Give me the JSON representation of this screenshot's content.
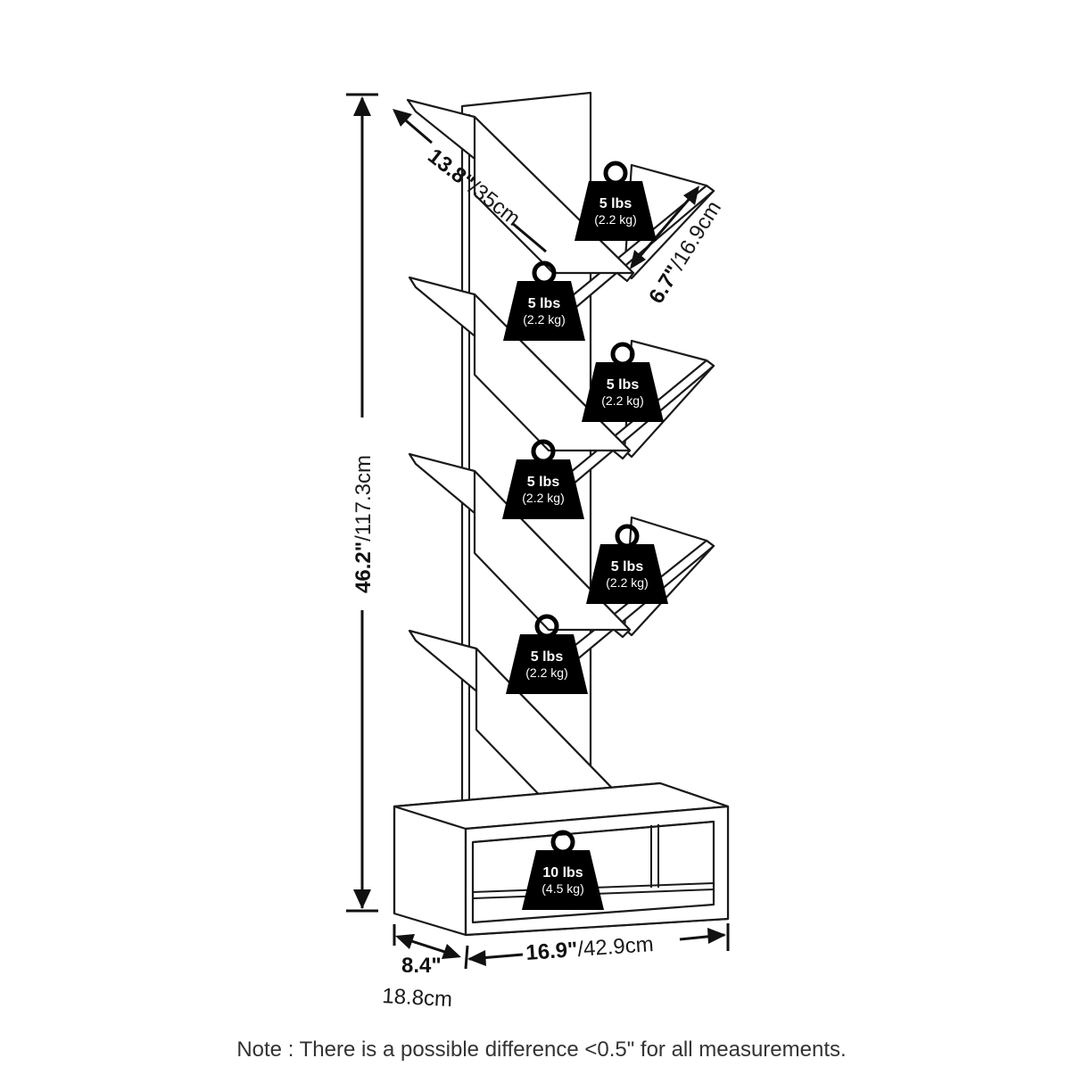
{
  "dimensions": {
    "height": {
      "imperial": "46.2\"",
      "metric": "/117.3cm"
    },
    "shelf_length": {
      "imperial": "13.8\"",
      "metric": "/35cm"
    },
    "shelf_depth": {
      "imperial": "6.7\"",
      "metric": "/16.9cm"
    },
    "width": {
      "imperial": "16.9\"",
      "metric": "/42.9cm"
    },
    "depth": {
      "imperial": "8.4\"",
      "metric": "18.8cm"
    }
  },
  "weight_limits": {
    "shelf_1": {
      "lbs": "5 lbs",
      "kg": "(2.2 kg)"
    },
    "shelf_2": {
      "lbs": "5 lbs",
      "kg": "(2.2 kg)"
    },
    "shelf_3": {
      "lbs": "5 lbs",
      "kg": "(2.2 kg)"
    },
    "shelf_4": {
      "lbs": "5 lbs",
      "kg": "(2.2 kg)"
    },
    "shelf_5": {
      "lbs": "5 lbs",
      "kg": "(2.2 kg)"
    },
    "shelf_6": {
      "lbs": "5 lbs",
      "kg": "(2.2 kg)"
    },
    "base": {
      "lbs": "10 lbs",
      "kg": "(4.5 kg)"
    }
  },
  "note": "Note : There is a possible difference <0.5\" for all measurements."
}
